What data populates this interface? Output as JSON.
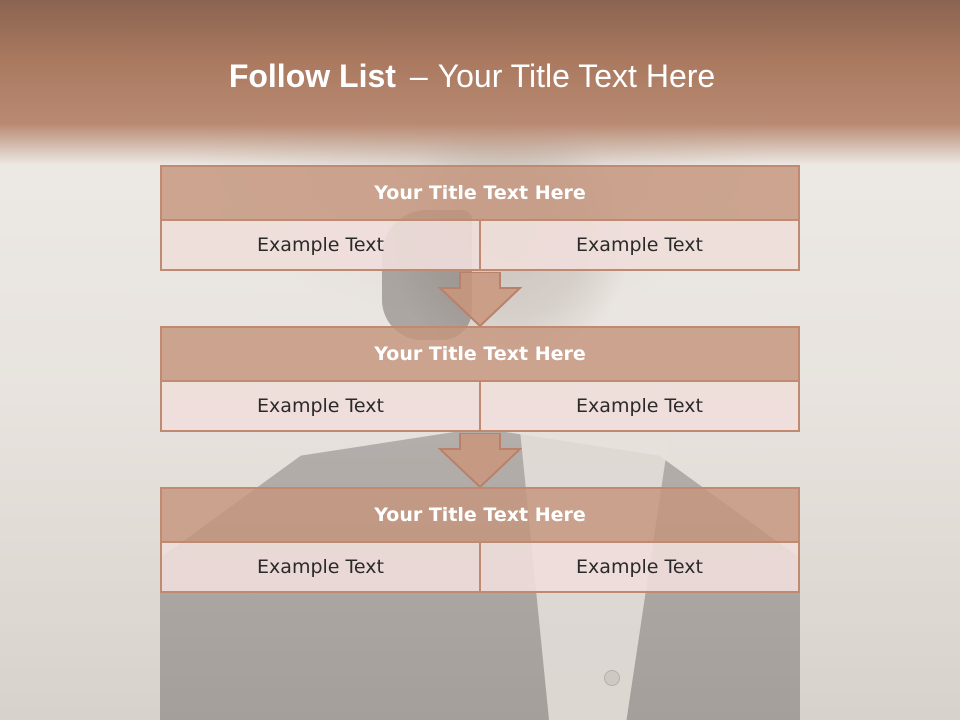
{
  "slide": {
    "title_bold": "Follow List",
    "title_dash": "–",
    "title_rest": "Your Title Text Here"
  },
  "blocks": [
    {
      "title": "Your Title Text Here",
      "left": "Example Text",
      "right": "Example Text"
    },
    {
      "title": "Your Title Text Here",
      "left": "Example Text",
      "right": "Example Text"
    },
    {
      "title": "Your Title Text Here",
      "left": "Example Text",
      "right": "Example Text"
    }
  ],
  "colors": {
    "header": "#a9785f",
    "block_title_fill": "#c4957d",
    "block_border": "#c08a70",
    "cell_fill": "#f0deda"
  },
  "icons": [
    "down-arrow-icon",
    "down-arrow-icon"
  ]
}
